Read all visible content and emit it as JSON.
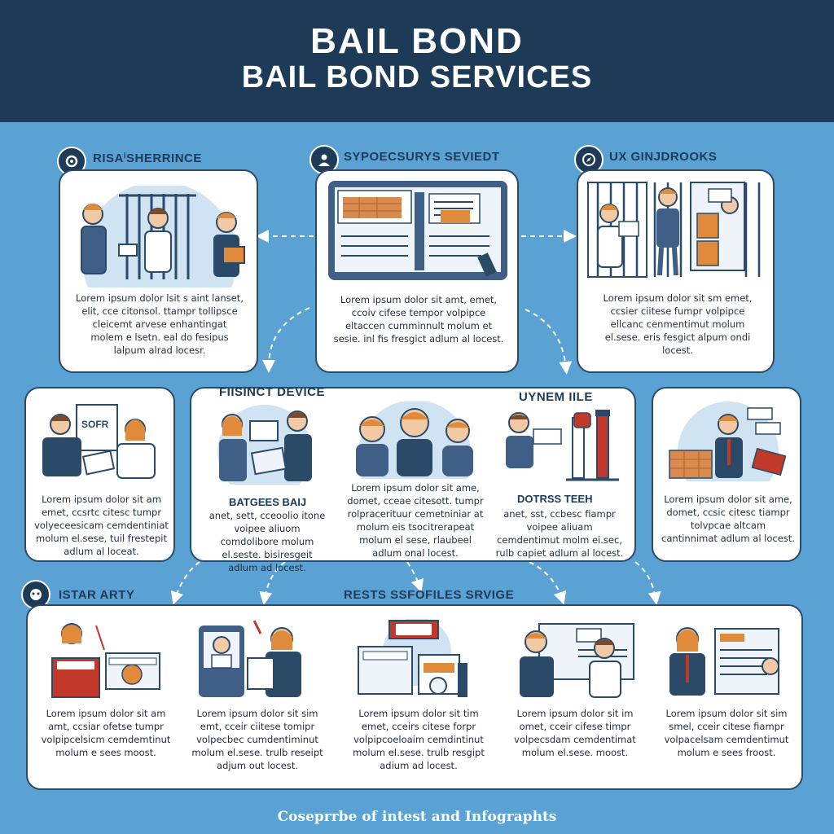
{
  "header": {
    "title": "BAIL  BOND",
    "subtitle": "BAIL BOND SERVICES"
  },
  "top": {
    "left": {
      "label": "RISAⁱSHERRINCE",
      "icon": "gear-icon",
      "text": "Lorem ipsum dolor lsit s aint lanset, elit, cce citonsol. ttampr tollipsce cleicemt arvese enhantingat molem e lsetn. eal do fesipus lalpum alrad locesr."
    },
    "center": {
      "label": "SYPOECSURYS SEVIEDT",
      "icon": "person-icon",
      "text": "Lorem ipsum dolor sit amt, emet, ccoiv cifese tempor volpipce eltaccen cumminnult molum et sesie. inl fis fresgict adlum al locest."
    },
    "right": {
      "label": "UX GINJDROOKS",
      "icon": "compass-icon",
      "text": "Lorem ipsum dolor sit sm emet, ccsier ciitese fumpr volpipce ellcanc cenmentimut molum el.sese. eris fesgict alpum ondi locest."
    }
  },
  "middle": {
    "far_left": {
      "text": "Lorem ipsum dolor sit am emet, ccsrtc citesc tumpr volyeceesicam cemdentiniat molum el.sese, tuil frestepit adlum al loceat."
    },
    "group_label": "FIISINCT DEVICE",
    "left": {
      "label": "BATGEES BAIJ",
      "text": "anet, sett, cceoolio itone voipee aliuom comdolibore molum el.seste. bisiresgeit adlum ad locest."
    },
    "center": {
      "text": "Lorem ipsum dolor sit ame, domet, cceae citesott. tumpr rolpracerituur cemetniniar at molum eis tsocitrerapeat molum el sese, rlaubeel adlum onal locest."
    },
    "right_top_label": "UYNEM IILE",
    "right": {
      "label": "DOTRSS TEEH",
      "text": "anet, sst, ccbesc fiampr voipee aliuam cemdentimut molm ei.sec, rulb capiet adlum al locest."
    },
    "far_right": {
      "text": "Lorem ipsum dolor sit ame, domet, ccsic citesc tiampr tolvpcae altcam cantinnimat adlum al locest."
    }
  },
  "bottom": {
    "left_label": "ISTAR ARTY",
    "center_label": "RESTS SSFOFILES SRVIGE",
    "icon": "face-icon",
    "cards": [
      {
        "text": "Lorem ipsum dolor sit am amt, ccsiar ofetse tumpr volpipcelsicm cemdemtinut molum e sees moost."
      },
      {
        "text": "Lorem ipsum dolor sit sim emt, cceir ciitese tomipr volpecbec cumdentiminut molum el.sese. trulb reseipt adjum out locest."
      },
      {
        "text": "Lorem ipsum dolor sit tim emet, cceirs citese forpr volpipcoeloaim cemdintinut molum eI.sese. trulb resgipt adium ad locest."
      },
      {
        "text": "Lorem ipsum dolor sit im omet, cceir cifese timpr volpecsdam cemdentimat molum el.sese. moost."
      },
      {
        "text": "Lorem ipsum dolor sit sim smel, cceir citese fiampr volpacelsam cemdentimut molum e sees froost."
      }
    ]
  },
  "footer": "Coseprrbe of intest and Infographts",
  "colors": {
    "background": "#5aa2d3",
    "header": "#1d3b57",
    "card_border": "#2b4a68",
    "accent_orange": "#e08a3c",
    "accent_red": "#c0392b"
  }
}
